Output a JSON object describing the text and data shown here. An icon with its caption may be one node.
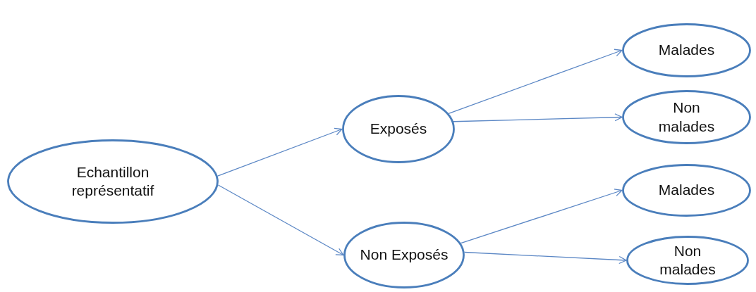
{
  "diagram": {
    "nodes": [
      {
        "text": [
          "Echantillon représentatif"
        ]
      },
      {
        "text": [
          "Exposés"
        ]
      },
      {
        "text": [
          "Non Exposés"
        ]
      },
      {
        "text": [
          "Malades"
        ]
      },
      {
        "text": [
          "Non malades"
        ]
      },
      {
        "text": [
          "Malades"
        ]
      },
      {
        "text": [
          "Non malades"
        ]
      }
    ],
    "edges": [
      {
        "from": 0,
        "to": 1,
        "arrow": "to"
      },
      {
        "from": 0,
        "to": 2,
        "arrow": "to"
      },
      {
        "from": 1,
        "to": 3,
        "arrow": "to"
      },
      {
        "from": 1,
        "to": 4,
        "arrow": "to"
      },
      {
        "from": 2,
        "to": 5,
        "arrow": "to"
      },
      {
        "from": 2,
        "to": 6,
        "arrow": "to"
      }
    ]
  }
}
